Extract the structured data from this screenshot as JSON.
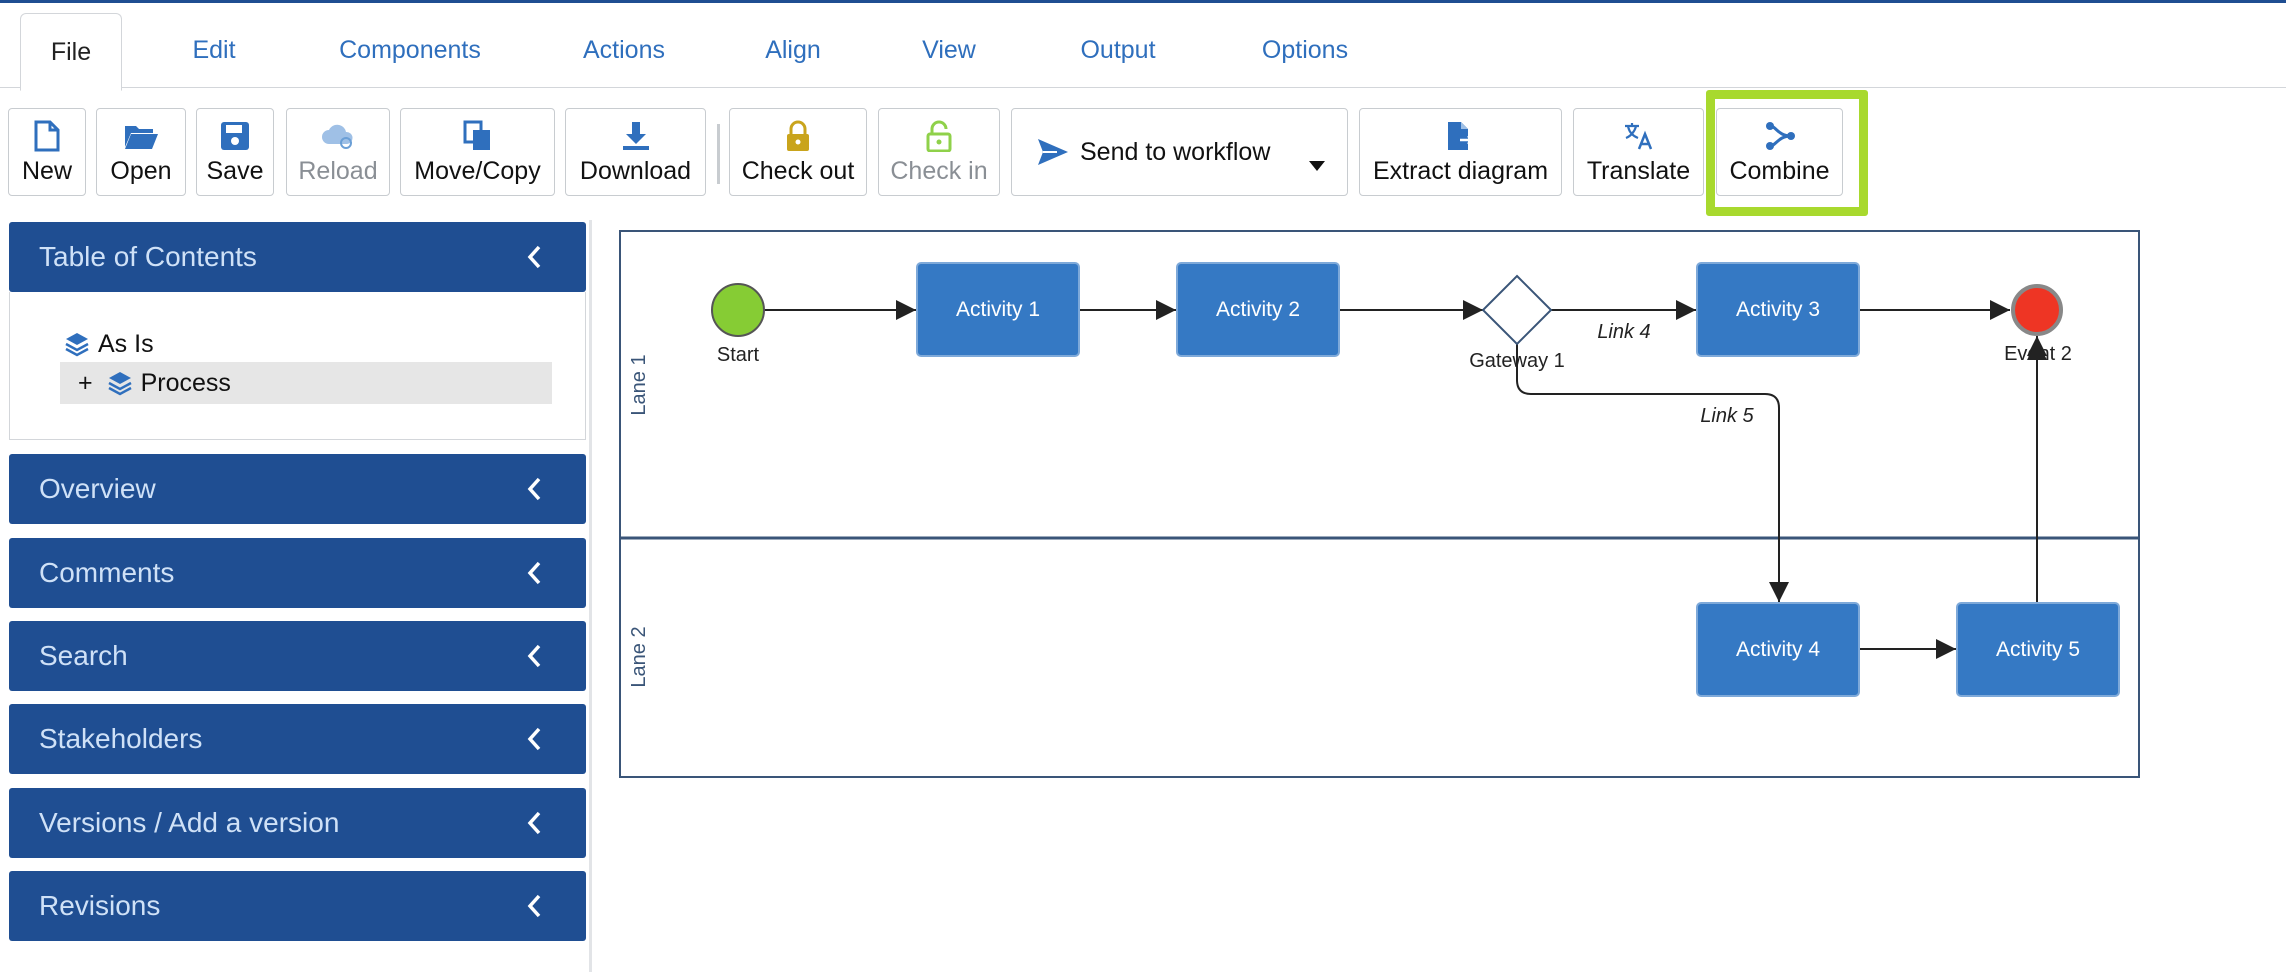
{
  "menu": {
    "tabs": [
      {
        "label": "File"
      },
      {
        "label": "Edit"
      },
      {
        "label": "Components"
      },
      {
        "label": "Actions"
      },
      {
        "label": "Align"
      },
      {
        "label": "View"
      },
      {
        "label": "Output"
      },
      {
        "label": "Options"
      }
    ]
  },
  "toolbar": {
    "new": "New",
    "open": "Open",
    "save": "Save",
    "reload": "Reload",
    "move_copy": "Move/Copy",
    "download": "Download",
    "check_out": "Check out",
    "check_in": "Check in",
    "send_to_workflow": "Send to workflow",
    "extract_diagram": "Extract diagram",
    "translate": "Translate",
    "combine": "Combine"
  },
  "sidebar": {
    "toc_title": "Table of Contents",
    "toc_items": [
      {
        "label": "As Is"
      },
      {
        "label": "Process",
        "expander": "+"
      }
    ],
    "panels": [
      {
        "label": "Overview"
      },
      {
        "label": "Comments"
      },
      {
        "label": "Search"
      },
      {
        "label": "Stakeholders"
      },
      {
        "label": "Versions / Add a version"
      },
      {
        "label": "Revisions"
      }
    ]
  },
  "diagram": {
    "lanes": [
      {
        "label": "Lane 1"
      },
      {
        "label": "Lane 2"
      }
    ],
    "start_label": "Start",
    "gateway_label": "Gateway 1",
    "end_label": "Event 2",
    "activities": [
      {
        "label": "Activity 1"
      },
      {
        "label": "Activity 2"
      },
      {
        "label": "Activity 3"
      },
      {
        "label": "Activity 4"
      },
      {
        "label": "Activity 5"
      }
    ],
    "links": [
      {
        "label": "Link 4"
      },
      {
        "label": "Link 5"
      }
    ]
  },
  "colors": {
    "brand_blue": "#1f4e92",
    "activity_blue": "#3579c4",
    "start_green": "#86cc34",
    "end_red": "#ee3524",
    "highlight_green": "#a8d92e",
    "lock_gold": "#c9a41c"
  }
}
